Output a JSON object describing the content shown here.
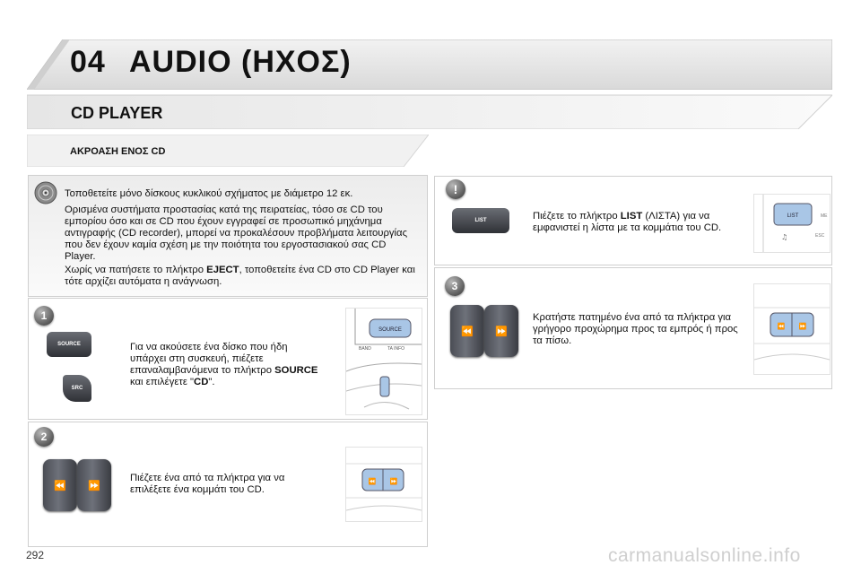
{
  "header": {
    "chapter_number": "04",
    "chapter_title": "AUDIO (ΗΧΟΣ)"
  },
  "section_title": "CD PLAYER",
  "subsection_title": "ΑΚΡΟΑΣΗ ΕΝΟΣ CD",
  "intro": {
    "p1": "Τοποθετείτε μόνο δίσκους κυκλικού σχήματος με διάμετρο 12 εκ.",
    "p2": "Ορισμένα συστήματα προστασίας κατά της πειρατείας, τόσο σε CD του εμπορίου όσο και σε CD που έχουν εγγραφεί σε προσωπικό μηχάνημα αντιγραφής (CD recorder), μπορεί να προκαλέσουν προβλήματα λειτουργίας που δεν έχουν καμία σχέση με την ποιότητα του εργοστασιακού σας CD Player.",
    "p3_pre": "Χωρίς να πατήσετε το πλήκτρο ",
    "p3_bold": "EJECT",
    "p3_post": ", τοποθετείτε ένα CD στο CD Player και τότε αρχίζει αυτόματα η ανάγνωση."
  },
  "step1": {
    "number": "1",
    "text_pre": "Για να ακούσετε ένα δίσκο που ήδη υπάρχει στη συσκευή, πιέζετε επαναλαμβανόμενα το πλήκτρο ",
    "text_bold1": "SOURCE",
    "text_mid": " και επιλέγετε \"",
    "text_bold2": "CD",
    "text_post": "\".",
    "btn_label": "SOURCE",
    "btn2_label": "SRC",
    "thumb_labels": [
      "SOURCE",
      "BAND",
      "TA INFO"
    ]
  },
  "step2": {
    "number": "2",
    "text": "Πιέζετε ένα από τα πλήκτρα για να επιλέξετε ένα κομμάτι του CD."
  },
  "warn_step": {
    "badge": "!",
    "text_pre": "Πιέζετε το πλήκτρο ",
    "text_bold": "LIST",
    "text_post": " (ΛΙΣΤΑ) για να εμφανιστεί η λίστα με τα κομμάτια του CD.",
    "btn_label": "LIST",
    "thumb_labels": [
      "LIST",
      "ME",
      "ESC"
    ]
  },
  "step3": {
    "number": "3",
    "text": "Κρατήστε πατημένο ένα από τα πλήκτρα για γρήγορο προχώρημα προς τα εμπρός ή προς τα πίσω."
  },
  "icons": {
    "rewind": "⏪",
    "forward": "⏩",
    "note": "♫"
  },
  "footer": {
    "page_number": "292",
    "watermark": "carmanualsonline.info"
  }
}
